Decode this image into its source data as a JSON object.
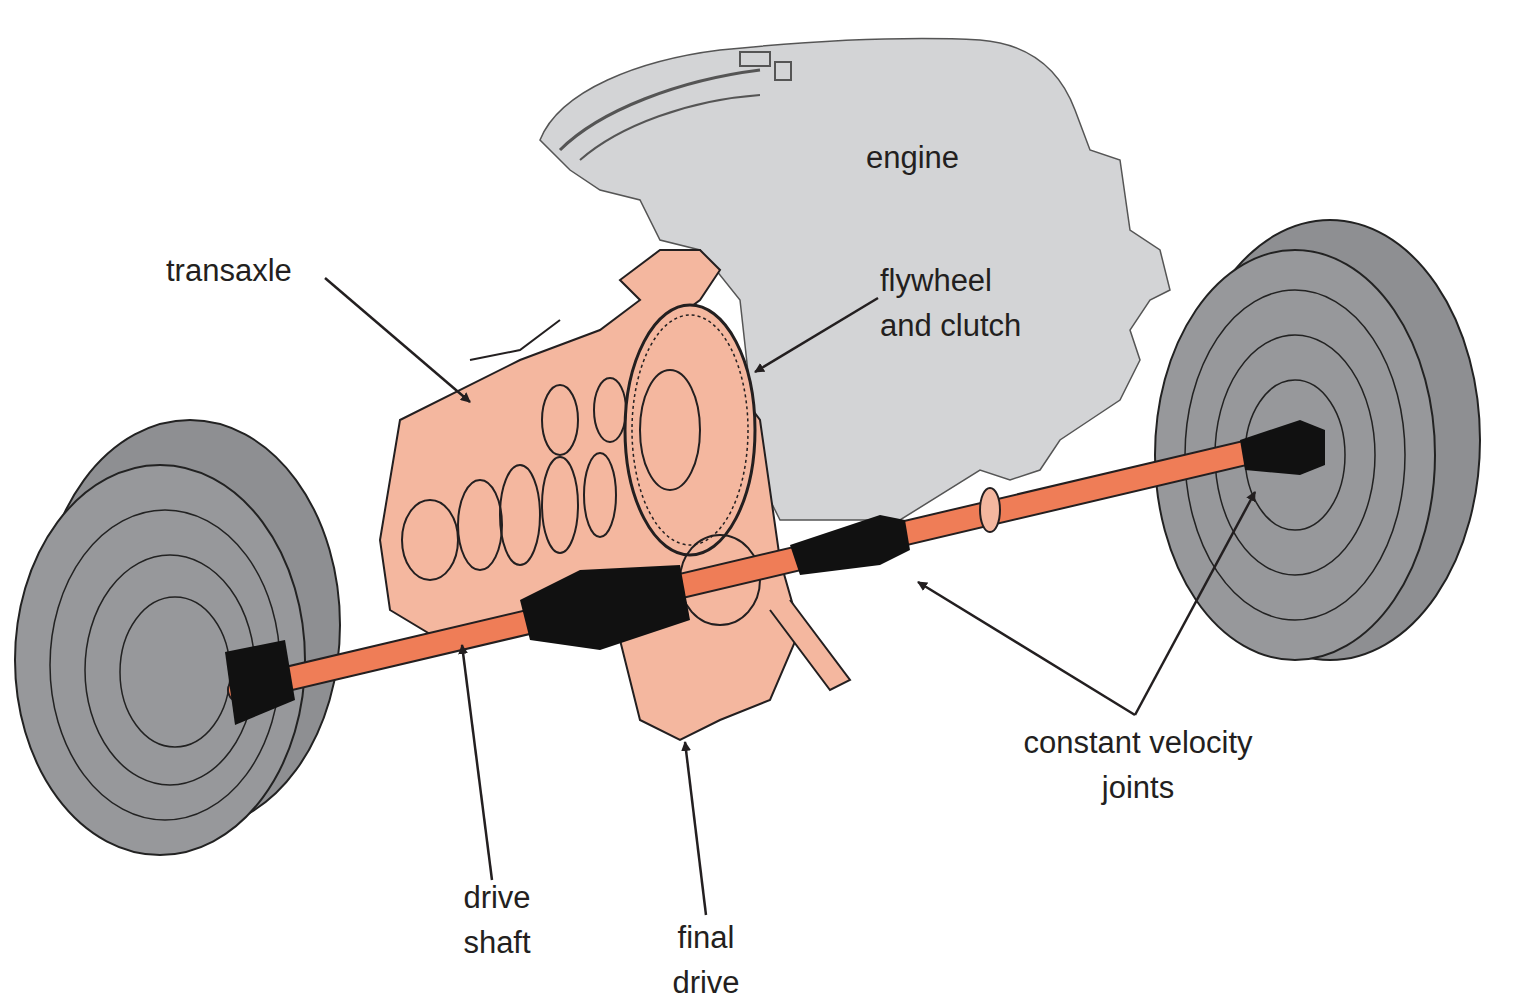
{
  "diagram": {
    "labels": [
      "engine",
      "transaxle",
      "flywheel and clutch",
      "constant velocity joints",
      "drive shaft",
      "final drive"
    ]
  }
}
